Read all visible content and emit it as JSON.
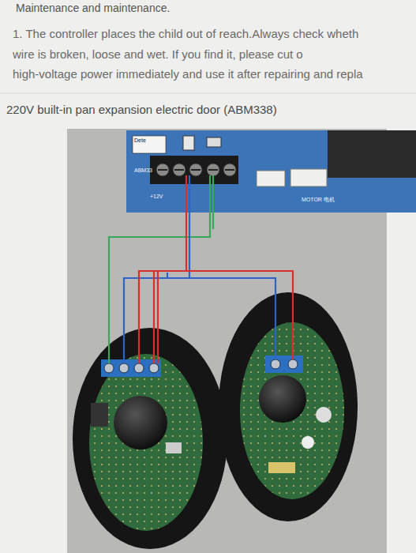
{
  "diagram": {
    "title": "220V built-in pan expansion electric door (ABM338)",
    "nodes": [
      {
        "text": [
          "Dete",
          "ABM33",
          "+12V",
          "MOTOR 电机"
        ]
      }
    ],
    "labels": [
      "Maintenance and maintenance.",
      "1. The controller places the child out of reach.Always check wheth",
      "wire is broken, loose and wet. If you find it, please cut o",
      "high-voltage power immediately and use it after repairing and repla"
    ]
  }
}
